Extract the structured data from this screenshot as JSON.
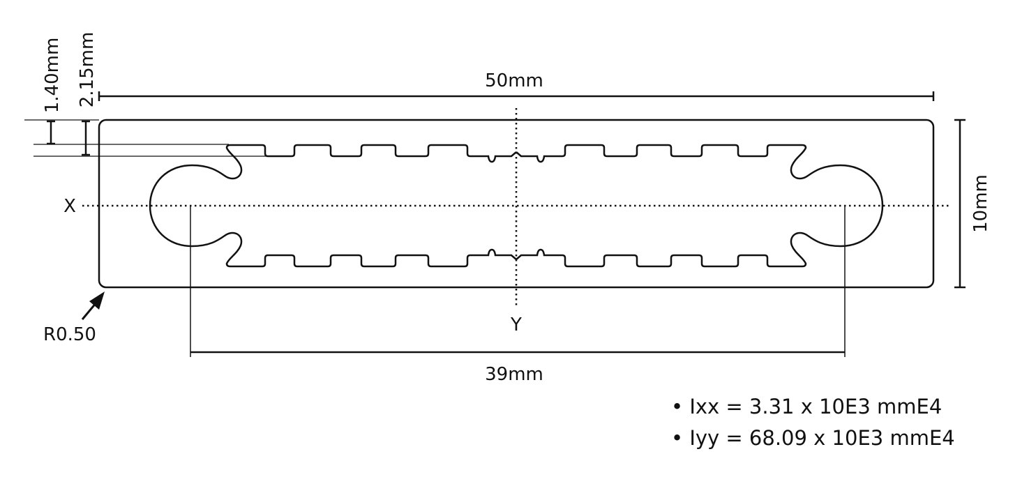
{
  "dimensions": {
    "width": "50mm",
    "height": "10mm",
    "axis_span": "39mm",
    "top_wall": "1.40mm",
    "top_wall_with_teeth": "2.15mm",
    "corner_radius": "R0.50"
  },
  "axes": {
    "x": "X",
    "y": "Y"
  },
  "properties": [
    "• Ixx = 3.31 x 10E3 mmE4",
    "• Iyy = 68.09 x 10E3 mmE4"
  ]
}
